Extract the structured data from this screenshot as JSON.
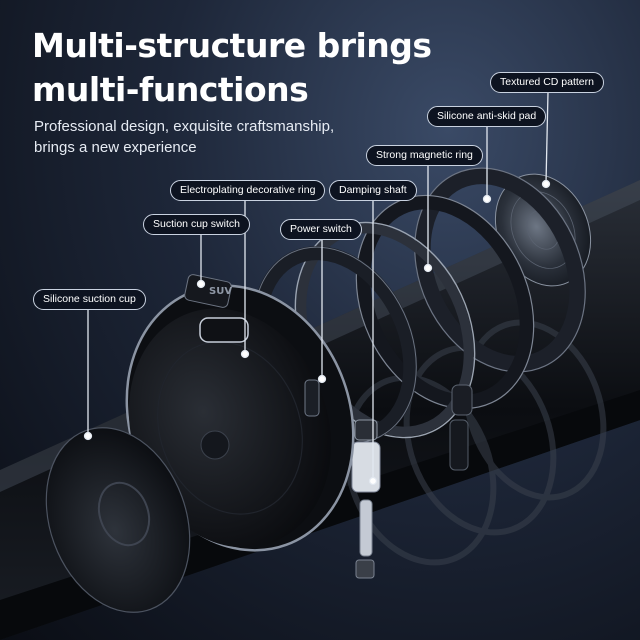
{
  "headline": {
    "line1": "Multi-structure brings",
    "line2": "multi-functions"
  },
  "subheadline": {
    "line1": "Professional design, exquisite craftsmanship,",
    "line2": "brings a new experience"
  },
  "switch_mark": "SUV",
  "callouts": {
    "textured_cd_pattern": "Textured CD pattern",
    "silicone_anti_skid_pad": "Silicone anti-skid pad",
    "strong_magnetic_ring": "Strong magnetic ring",
    "electroplating_ring": "Electroplating decorative ring",
    "damping_shaft": "Damping shaft",
    "suction_cup_switch": "Suction cup switch",
    "power_switch": "Power switch",
    "silicone_suction_cup": "Silicone suction cup"
  }
}
